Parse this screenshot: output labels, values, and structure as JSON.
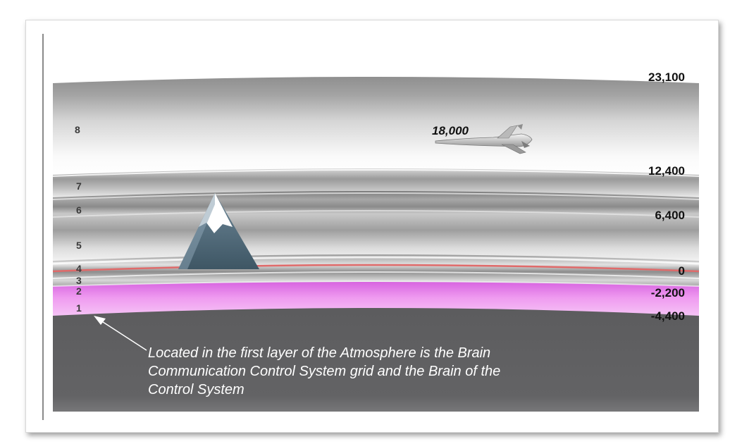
{
  "layers": [
    "1",
    "2",
    "3",
    "4",
    "5",
    "6",
    "7",
    "8"
  ],
  "altitudes": [
    "23,100",
    "12,400",
    "6,400",
    "0",
    "-2,200",
    "-4,400"
  ],
  "plane_altitude": "18,000",
  "caption_lines": [
    "Located in the first layer of the Atmosphere is the Brain",
    "Communication Control System grid and the Brain of the",
    "Control System"
  ],
  "icons": {
    "mountain": "mountain-icon",
    "plane": "jet-plane-icon",
    "arrow": "arrow-pointer-icon"
  },
  "colors": {
    "ground": "#5f5f61",
    "magenta_band": "#e37ce6",
    "zero_line": "#e06a6a",
    "band_dark": "#777777",
    "band_light": "#ffffff"
  }
}
